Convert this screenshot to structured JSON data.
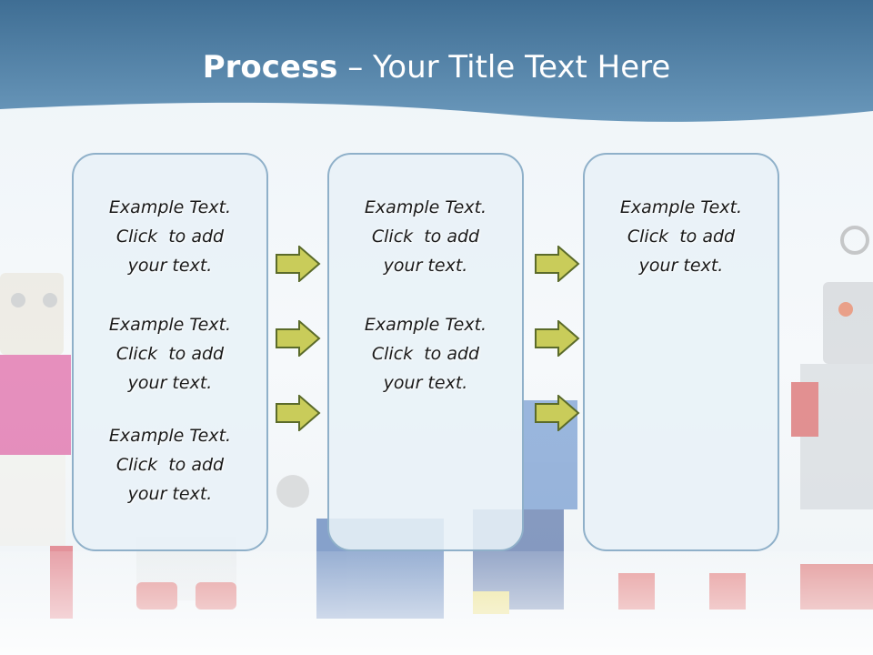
{
  "slide": {
    "title_bold": "Process",
    "title_rest": " – Your Title Text Here"
  },
  "columns": [
    {
      "items": [
        {
          "l1": "Example Text.",
          "l2": "Click  to add",
          "l3": "your text."
        },
        {
          "l1": "Example Text.",
          "l2": "Click  to add",
          "l3": "your text."
        },
        {
          "l1": "Example Text.",
          "l2": "Click  to add",
          "l3": "your text."
        }
      ]
    },
    {
      "items": [
        {
          "l1": "Example Text.",
          "l2": "Click  to add",
          "l3": "your text."
        },
        {
          "l1": "Example Text.",
          "l2": "Click  to add",
          "l3": "your text."
        }
      ]
    },
    {
      "items": [
        {
          "l1": "Example Text.",
          "l2": "Click  to add",
          "l3": "your text."
        }
      ]
    }
  ],
  "colors": {
    "header_blue": "#4f7fa5",
    "box_border": "#8fb0c9",
    "arrow_fill": "#c9cc5a",
    "arrow_stroke": "#5b6b2a"
  }
}
